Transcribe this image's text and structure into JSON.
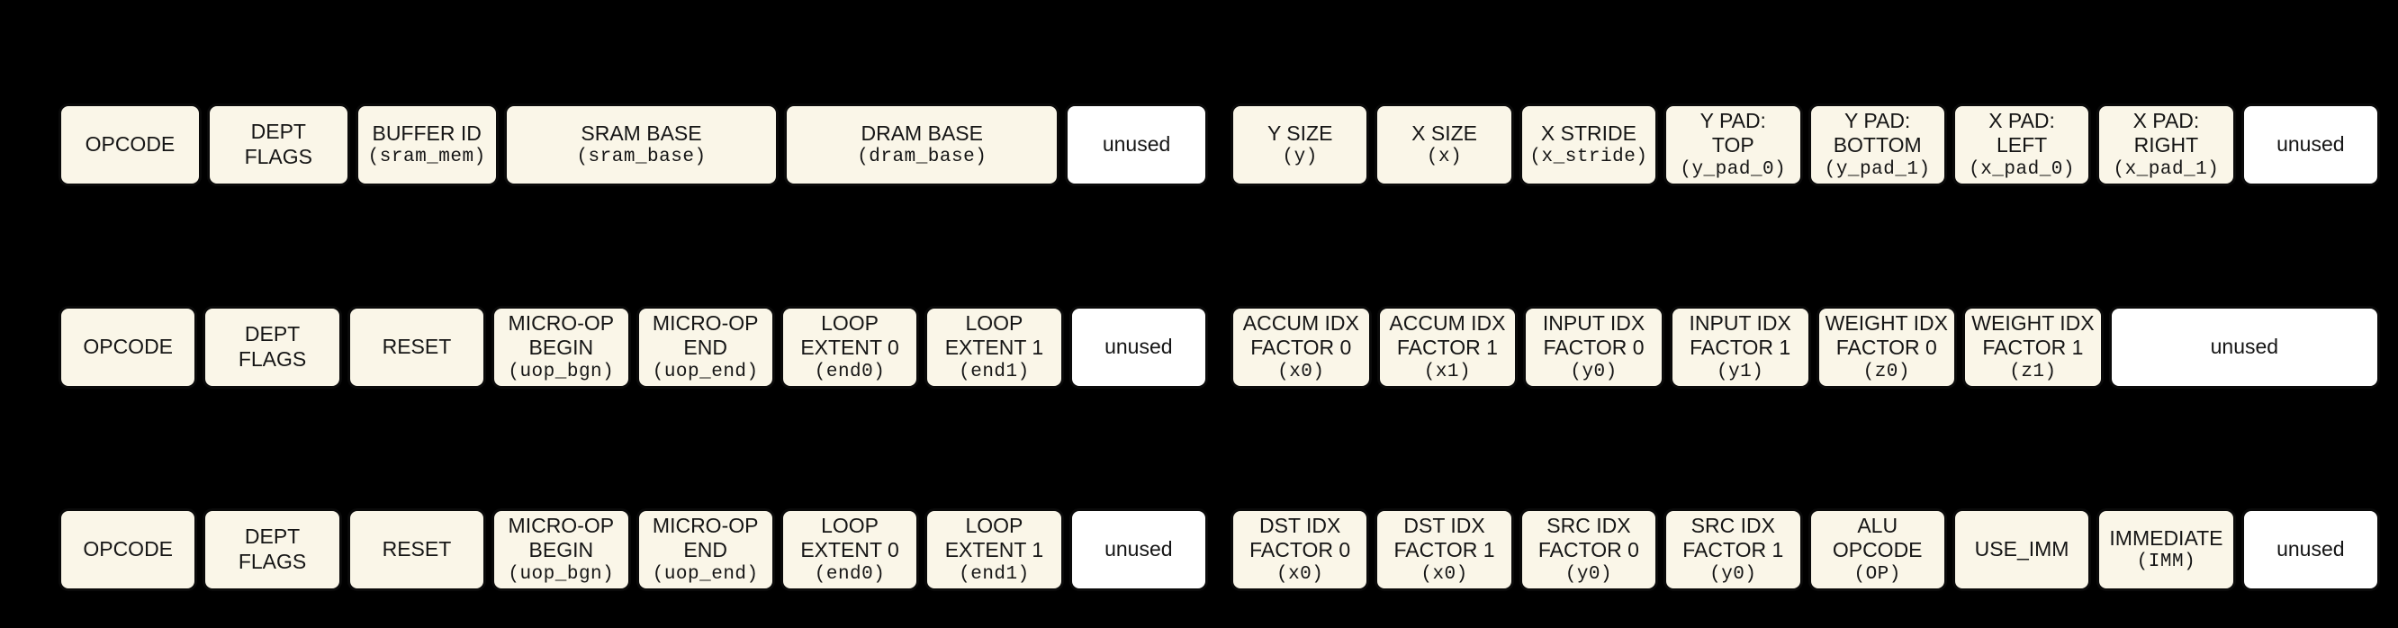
{
  "colors": {
    "background": "#000000",
    "field_fill": "#faf6e8",
    "unused_fill": "#ffffff",
    "border": "#0a0a0a",
    "text": "#151515"
  },
  "instructions": [
    {
      "segments": [
        {
          "fields": [
            {
              "lines": [
                "OPCODE"
              ],
              "span": 1
            },
            {
              "lines": [
                "DEPT",
                "FLAGS"
              ],
              "span": 1
            },
            {
              "lines": [
                "BUFFER ID"
              ],
              "code": "(sram_mem)",
              "span": 1
            },
            {
              "lines": [
                "SRAM BASE"
              ],
              "code": "(sram_base)",
              "span": 2
            },
            {
              "lines": [
                "DRAM BASE"
              ],
              "code": "(dram_base)",
              "span": 2
            },
            {
              "lines": [
                "unused"
              ],
              "span": 1,
              "unused": true
            }
          ]
        },
        {
          "fields": [
            {
              "lines": [
                "Y SIZE"
              ],
              "code": "(y)",
              "span": 1
            },
            {
              "lines": [
                "X SIZE"
              ],
              "code": "(x)",
              "span": 1
            },
            {
              "lines": [
                "X STRIDE"
              ],
              "code": "(x_stride)",
              "span": 1
            },
            {
              "lines": [
                "Y PAD:",
                "TOP"
              ],
              "code": "(y_pad_0)",
              "span": 1
            },
            {
              "lines": [
                "Y PAD:",
                "BOTTOM"
              ],
              "code": "(y_pad_1)",
              "span": 1
            },
            {
              "lines": [
                "X PAD:",
                "LEFT"
              ],
              "code": "(x_pad_0)",
              "span": 1
            },
            {
              "lines": [
                "X PAD:",
                "RIGHT"
              ],
              "code": "(x_pad_1)",
              "span": 1
            },
            {
              "lines": [
                "unused"
              ],
              "span": 1,
              "unused": true
            }
          ]
        }
      ]
    },
    {
      "segments": [
        {
          "fields": [
            {
              "lines": [
                "OPCODE"
              ],
              "span": 1
            },
            {
              "lines": [
                "DEPT",
                "FLAGS"
              ],
              "span": 1
            },
            {
              "lines": [
                "RESET"
              ],
              "span": 1
            },
            {
              "lines": [
                "MICRO-OP",
                "BEGIN"
              ],
              "code": "(uop_bgn)",
              "span": 1
            },
            {
              "lines": [
                "MICRO-OP",
                "END"
              ],
              "code": "(uop_end)",
              "span": 1
            },
            {
              "lines": [
                "LOOP",
                "EXTENT 0"
              ],
              "code": "(end0)",
              "span": 1
            },
            {
              "lines": [
                "LOOP",
                "EXTENT 1"
              ],
              "code": "(end1)",
              "span": 1
            },
            {
              "lines": [
                "unused"
              ],
              "span": 1,
              "unused": true
            }
          ]
        },
        {
          "fields": [
            {
              "lines": [
                "ACCUM IDX",
                "FACTOR 0"
              ],
              "code": "(x0)",
              "span": 1
            },
            {
              "lines": [
                "ACCUM IDX",
                "FACTOR 1"
              ],
              "code": "(x1)",
              "span": 1
            },
            {
              "lines": [
                "INPUT IDX",
                "FACTOR 0"
              ],
              "code": "(y0)",
              "span": 1
            },
            {
              "lines": [
                "INPUT IDX",
                "FACTOR 1"
              ],
              "code": "(y1)",
              "span": 1
            },
            {
              "lines": [
                "WEIGHT IDX",
                "FACTOR 0"
              ],
              "code": "(z0)",
              "span": 1
            },
            {
              "lines": [
                "WEIGHT IDX",
                "FACTOR 1"
              ],
              "code": "(z1)",
              "span": 1
            },
            {
              "lines": [
                "unused"
              ],
              "span": 2,
              "unused": true
            }
          ]
        }
      ]
    },
    {
      "segments": [
        {
          "fields": [
            {
              "lines": [
                "OPCODE"
              ],
              "span": 1
            },
            {
              "lines": [
                "DEPT",
                "FLAGS"
              ],
              "span": 1
            },
            {
              "lines": [
                "RESET"
              ],
              "span": 1
            },
            {
              "lines": [
                "MICRO-OP",
                "BEGIN"
              ],
              "code": "(uop_bgn)",
              "span": 1
            },
            {
              "lines": [
                "MICRO-OP",
                "END"
              ],
              "code": "(uop_end)",
              "span": 1
            },
            {
              "lines": [
                "LOOP",
                "EXTENT 0"
              ],
              "code": "(end0)",
              "span": 1
            },
            {
              "lines": [
                "LOOP",
                "EXTENT 1"
              ],
              "code": "(end1)",
              "span": 1
            },
            {
              "lines": [
                "unused"
              ],
              "span": 1,
              "unused": true
            }
          ]
        },
        {
          "fields": [
            {
              "lines": [
                "DST IDX",
                "FACTOR 0"
              ],
              "code": "(x0)",
              "span": 1
            },
            {
              "lines": [
                "DST IDX",
                "FACTOR 1"
              ],
              "code": "(x0)",
              "span": 1
            },
            {
              "lines": [
                "SRC IDX",
                "FACTOR 0"
              ],
              "code": "(y0)",
              "span": 1
            },
            {
              "lines": [
                "SRC IDX",
                "FACTOR 1"
              ],
              "code": "(y0)",
              "span": 1
            },
            {
              "lines": [
                "ALU",
                "OPCODE"
              ],
              "code": "(OP)",
              "span": 1
            },
            {
              "lines": [
                "USE_IMM"
              ],
              "span": 1
            },
            {
              "lines": [
                "IMMEDIATE"
              ],
              "code": "(IMM)",
              "span": 1
            },
            {
              "lines": [
                "unused"
              ],
              "span": 1,
              "unused": true
            }
          ]
        }
      ]
    }
  ]
}
